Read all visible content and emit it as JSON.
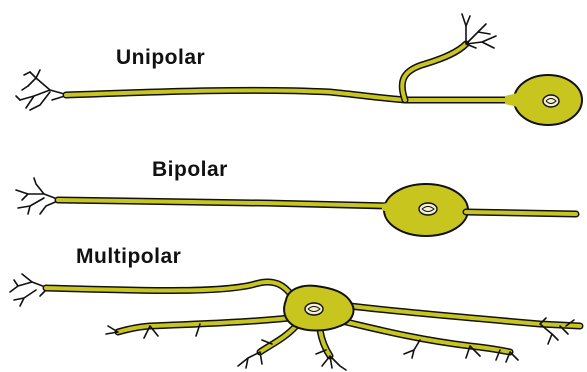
{
  "labels": {
    "unipolar": "Unipolar",
    "bipolar": "Bipolar",
    "multipolar": "Multipolar"
  },
  "colors": {
    "cell_fill": "#c9c51f",
    "outline": "#111111",
    "background": "#ffffff"
  }
}
